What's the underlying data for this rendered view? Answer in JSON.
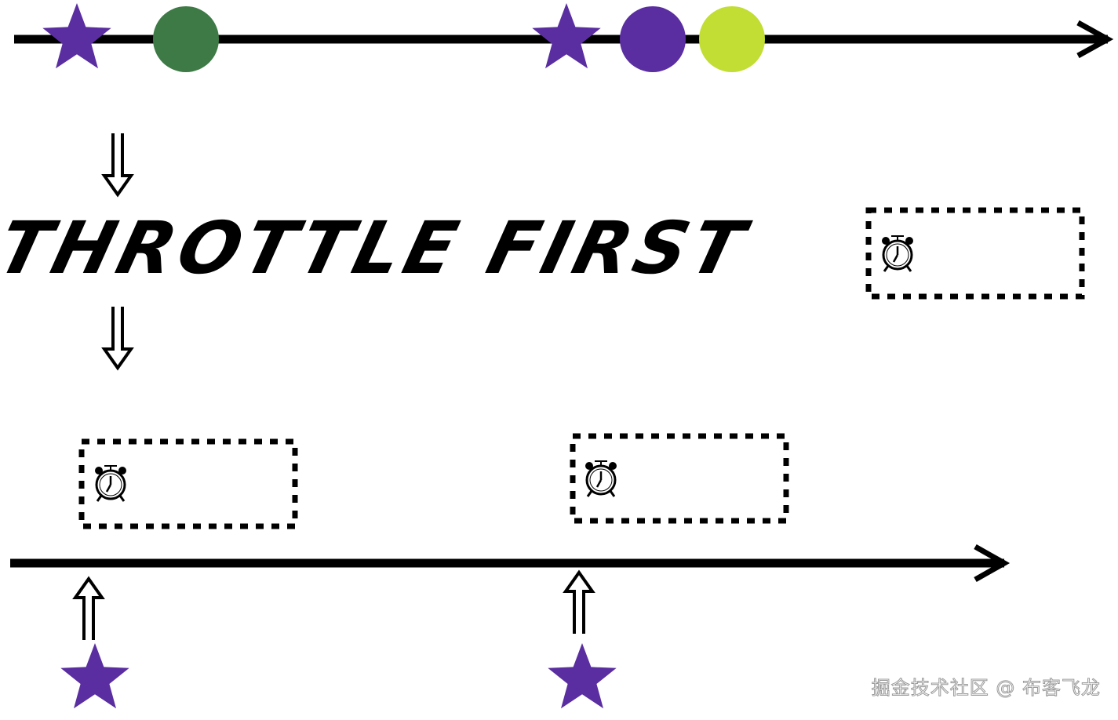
{
  "diagram": {
    "title": "THROTTLE FIRST",
    "watermark": "掘金技术社区 @ 布客飞龙",
    "colors": {
      "line": "#000000",
      "star": "#5a2ea0",
      "circle_green": "#3d7a45",
      "circle_purple": "#5a2ea0",
      "circle_lime": "#c2dd34"
    },
    "input_stream": {
      "items": [
        {
          "shape": "star",
          "color": "#5a2ea0"
        },
        {
          "shape": "circle",
          "color": "#3d7a45"
        },
        {
          "shape": "star",
          "color": "#5a2ea0"
        },
        {
          "shape": "circle",
          "color": "#5a2ea0"
        },
        {
          "shape": "circle",
          "color": "#c2dd34"
        }
      ]
    },
    "output_stream": {
      "items": [
        {
          "shape": "star",
          "color": "#5a2ea0"
        },
        {
          "shape": "star",
          "color": "#5a2ea0"
        }
      ]
    },
    "icons": [
      "alarm-clock-icon",
      "double-arrow-down-icon",
      "double-arrow-up-icon",
      "star-icon"
    ]
  }
}
